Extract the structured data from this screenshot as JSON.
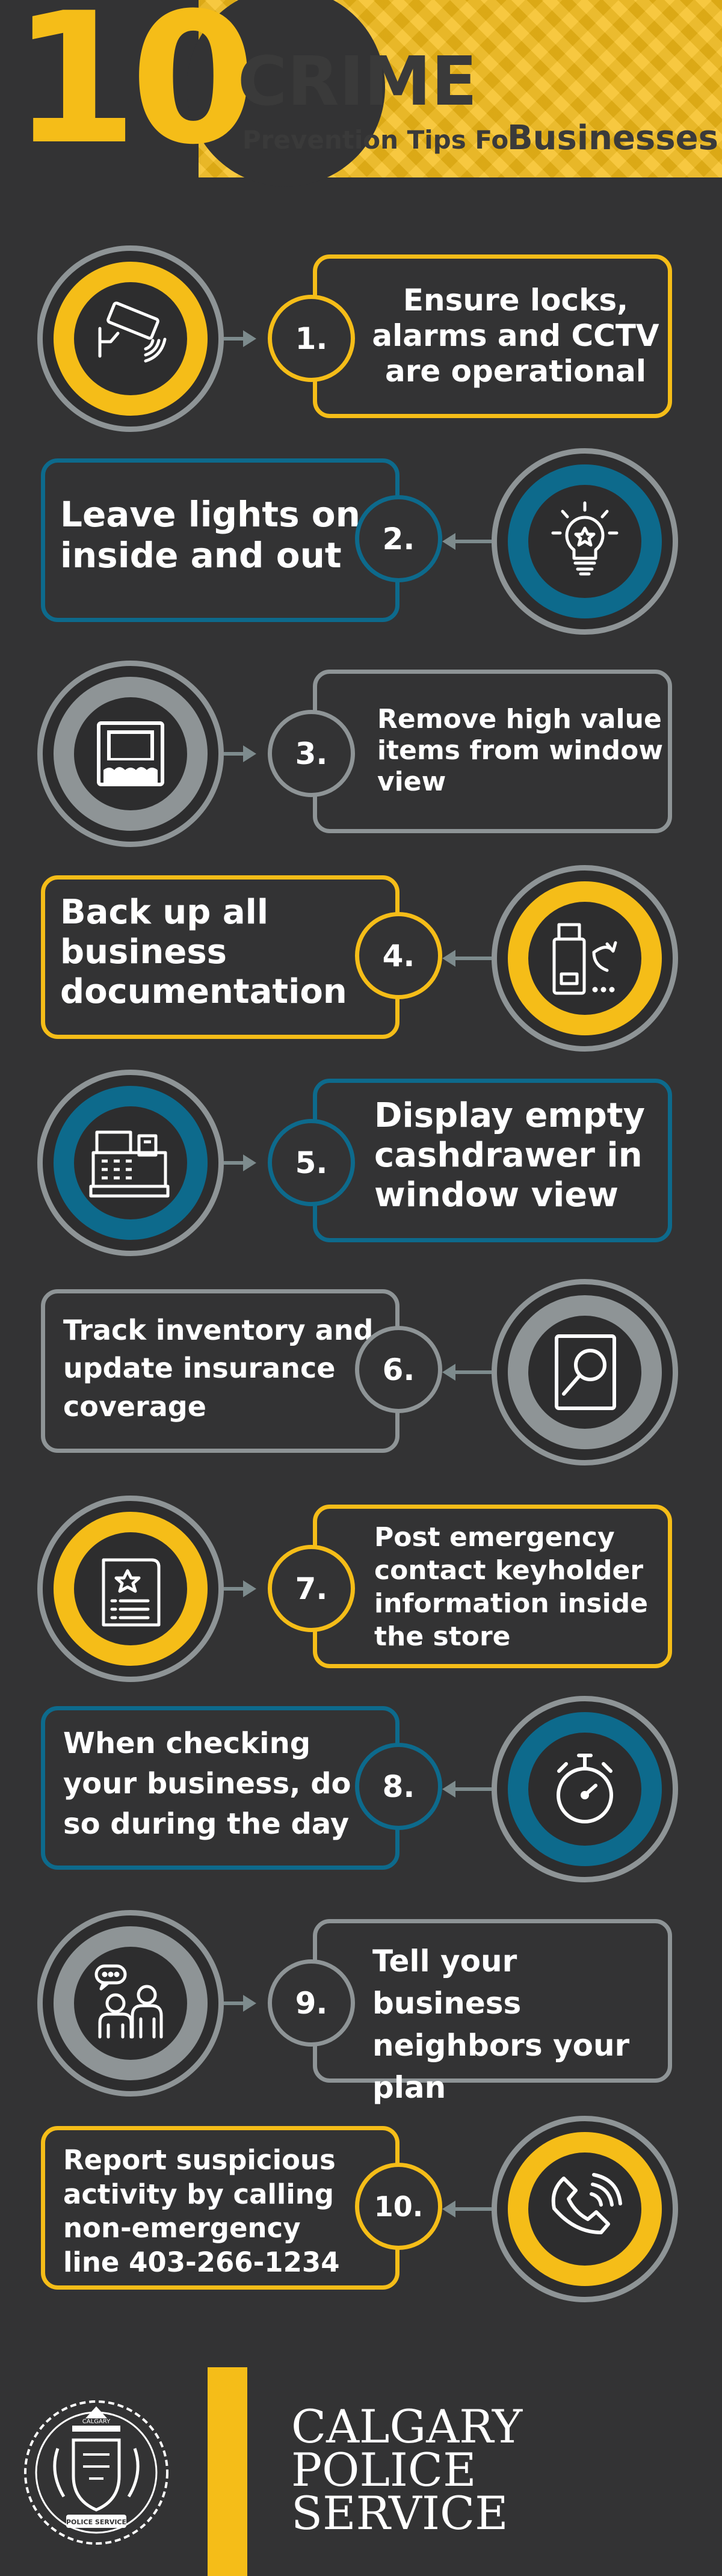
{
  "header": {
    "number": "10",
    "title": "CRIME",
    "subtitle_prefix": "Prevention Tips For",
    "subtitle_emphasis": "Businesses"
  },
  "tips": [
    {
      "number": "1.",
      "lines": [
        "Ensure locks,",
        "alarms and CCTV",
        "are operational"
      ],
      "icon": "cctv-camera-icon"
    },
    {
      "number": "2.",
      "lines": [
        "Leave lights on",
        "inside and out"
      ],
      "icon": "light-bulb-icon"
    },
    {
      "number": "3.",
      "lines": [
        "Remove high value",
        "items from window",
        "view"
      ],
      "icon": "shop-window-icon"
    },
    {
      "number": "4.",
      "lines": [
        "Back up all",
        "business",
        "documentation"
      ],
      "icon": "usb-backup-icon"
    },
    {
      "number": "5.",
      "lines": [
        "Display empty",
        "cashdrawer in",
        "window view"
      ],
      "icon": "cash-register-icon"
    },
    {
      "number": "6.",
      "lines": [
        "Track inventory and",
        "update insurance",
        "coverage"
      ],
      "icon": "magnifier-document-icon"
    },
    {
      "number": "7.",
      "lines": [
        "Post emergency",
        "contact keyholder",
        "information inside",
        "the store"
      ],
      "icon": "certificate-notice-icon"
    },
    {
      "number": "8.",
      "lines": [
        "When checking",
        "your business, do",
        "so during the day"
      ],
      "icon": "stopwatch-icon"
    },
    {
      "number": "9.",
      "lines": [
        "Tell your business",
        "neighbors your",
        "plan"
      ],
      "icon": "people-talking-icon"
    },
    {
      "number": "10.",
      "lines": [
        "Report suspicious",
        "activity by calling",
        "non-emergency",
        "line 403-266-1234"
      ],
      "icon": "phone-ringing-icon"
    }
  ],
  "footer": {
    "org_lines": [
      "CALGARY",
      "POLICE",
      "SERVICE"
    ],
    "crest_text_top": "CALGARY",
    "crest_text_bottom": "POLICE SERVICE"
  },
  "colors": {
    "background": "#333334",
    "yellow": "#f5bd18",
    "blue": "#0d6a8c",
    "grey": "#8e9496",
    "arrow": "#7d8b8d"
  }
}
